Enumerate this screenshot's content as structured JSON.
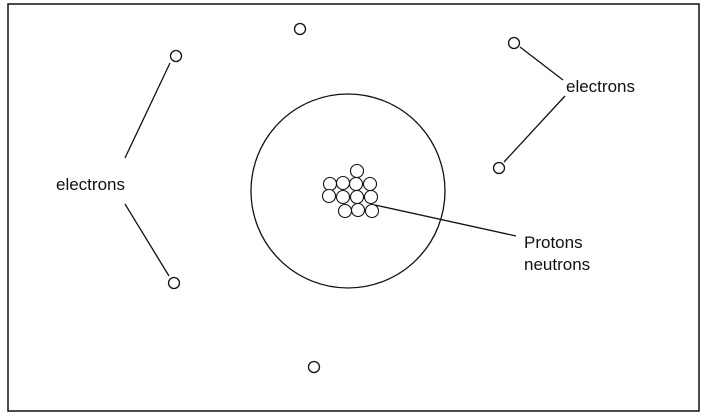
{
  "labels": {
    "electrons_left": "electrons",
    "electrons_right": "electrons",
    "nucleus_line1": "Protons",
    "nucleus_line2": "neutrons"
  },
  "colors": {
    "stroke": "#111111",
    "background": "#ffffff"
  }
}
